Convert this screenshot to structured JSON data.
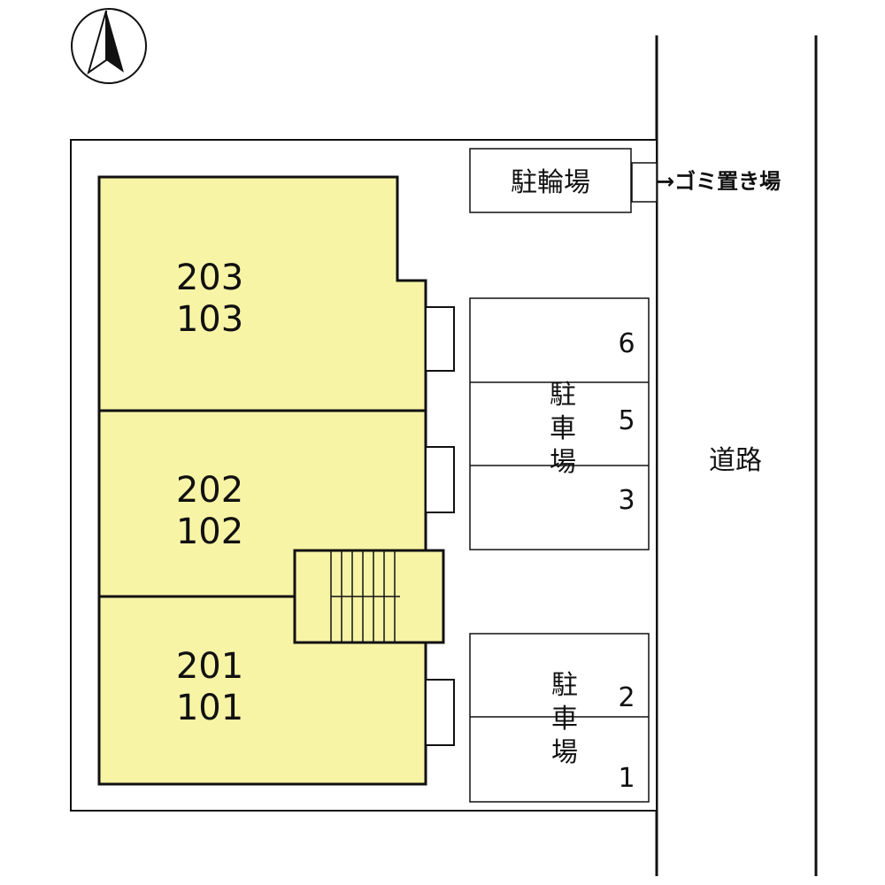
{
  "site_plan": {
    "units": {
      "east": {
        "upper": "203",
        "lower": "103"
      },
      "middle": {
        "upper": "202",
        "lower": "102"
      },
      "west": {
        "upper": "201",
        "lower": "101"
      }
    },
    "bicycle_parking": "駐輪場",
    "garbage_area": "→ゴミ置き場",
    "road": "道路",
    "parking_upper": {
      "label": [
        "駐",
        "車",
        "場"
      ],
      "spaces": [
        "6",
        "5",
        "3"
      ]
    },
    "parking_lower": {
      "label": [
        "駐",
        "車",
        "場"
      ],
      "spaces": [
        "2",
        "1"
      ]
    },
    "colors": {
      "building_fill": "#f8f4a6",
      "line": "#111111"
    }
  }
}
